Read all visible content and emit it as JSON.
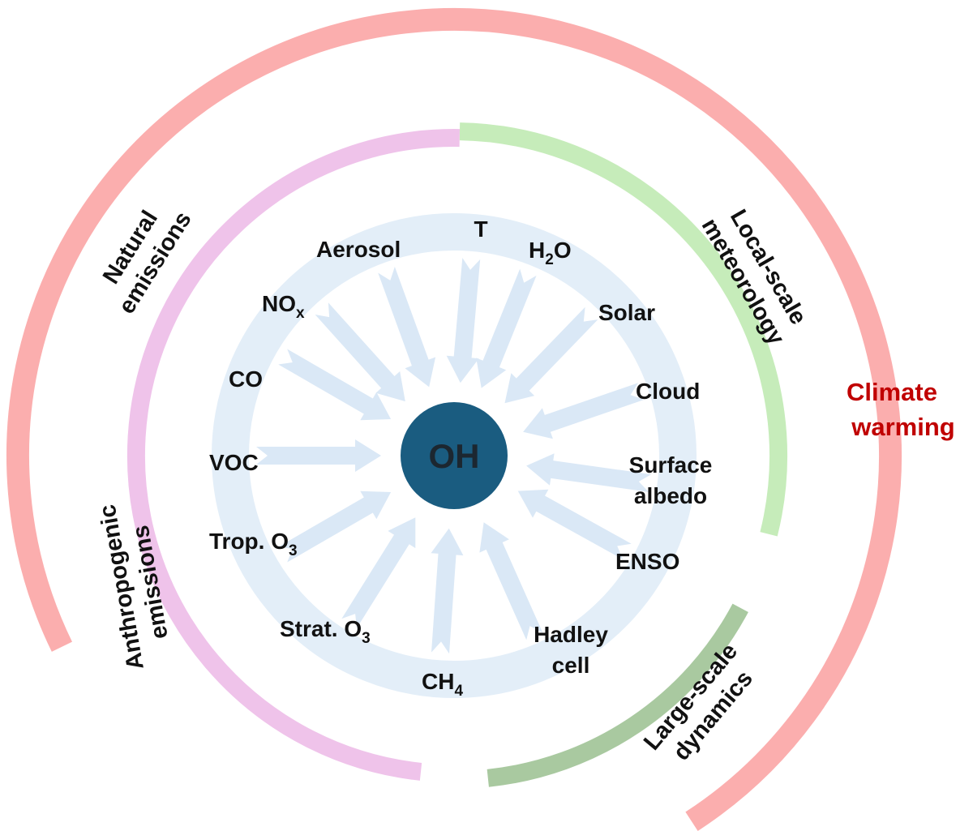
{
  "center": {
    "label": "OH"
  },
  "colors": {
    "outer_ring": "#fbaeae",
    "natural_anthro": "#efc3ea",
    "local_met": "#c6ecba",
    "large_scale": "#a9c9a0",
    "inner_band": "#e3eef8",
    "arrow": "#dae8f6",
    "oh_fill": "#1a5c80",
    "climate_text": "#c00000"
  },
  "factors": [
    {
      "label": "T"
    },
    {
      "label": "H",
      "sub": "2",
      "after": "O"
    },
    {
      "label": "Solar"
    },
    {
      "label": "Cloud"
    },
    {
      "label": "Surface",
      "line2": "albedo"
    },
    {
      "label": "ENSO"
    },
    {
      "label": "Hadley",
      "line2": "cell"
    },
    {
      "label": "CH",
      "sub": "4"
    },
    {
      "label": "Strat. O",
      "sub": "3"
    },
    {
      "label": "Trop. O",
      "sub": "3"
    },
    {
      "label": "VOC"
    },
    {
      "label": "CO"
    },
    {
      "label": "NO",
      "sub": "x"
    },
    {
      "label": "Aerosol"
    }
  ],
  "categories": {
    "natural": {
      "line1": "Natural",
      "line2": "emissions"
    },
    "anthropogenic": {
      "line1": "Anthropogenic",
      "line2": "emissions"
    },
    "local": {
      "line1": "Local-scale",
      "line2": "meteorology"
    },
    "large": {
      "line1": "Large-scale",
      "line2": "dynamics"
    },
    "climate": {
      "line1": "Climate",
      "line2": "warming"
    }
  }
}
